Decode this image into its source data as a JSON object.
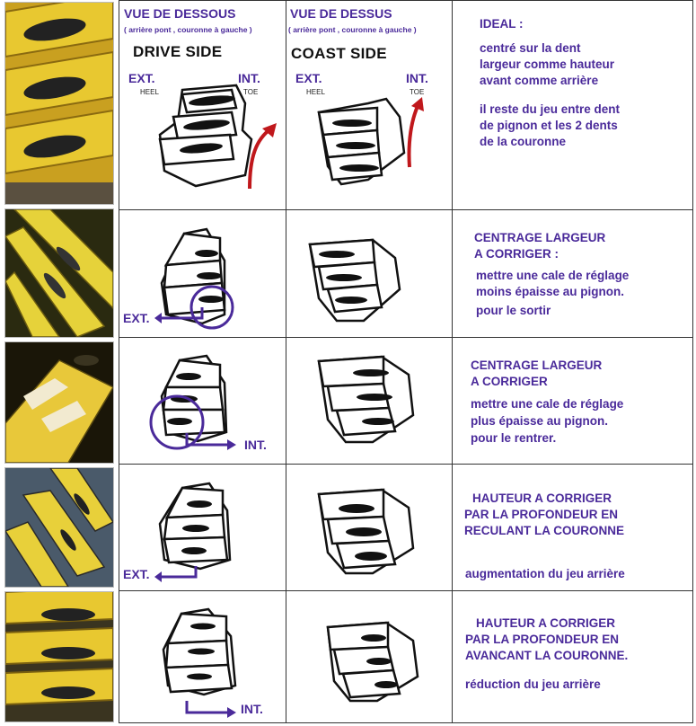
{
  "header": {
    "col1_title": "VUE DE DESSOUS",
    "col1_sub": "( arrière pont , couronne à gauche )",
    "col1_side": "DRIVE SIDE",
    "col2_title": "VUE DE DESSUS",
    "col2_sub": "( arrière pont , couronne à gauche )",
    "col2_side": "COAST SIDE",
    "ext": "EXT.",
    "heel": "HEEL",
    "int": "INT.",
    "toe": "TOE"
  },
  "rows": [
    {
      "lines": [
        "IDEAL :",
        "",
        "centré sur la dent",
        "largeur comme hauteur",
        "avant comme arrière",
        "",
        "il reste du jeu entre dent",
        "de pignon et les 2 dents",
        "de la couronne"
      ]
    },
    {
      "lines": [
        "CENTRAGE LARGEUR",
        "A CORRIGER :",
        "mettre une cale de réglage",
        "moins épaisse au pignon.",
        "pour le sortir"
      ],
      "arrow_label": "EXT."
    },
    {
      "lines": [
        "CENTRAGE LARGEUR",
        "A CORRIGER",
        "mettre une cale de réglage",
        "plus épaisse au pignon.",
        "pour le rentrer."
      ],
      "arrow_label": "INT."
    },
    {
      "lines": [
        "HAUTEUR A CORRIGER",
        "PAR LA PROFONDEUR EN",
        "RECULANT LA COURONNE",
        "",
        "augmentation du jeu arrière"
      ],
      "arrow_label": "EXT."
    },
    {
      "lines": [
        "HAUTEUR A CORRIGER",
        "PAR LA PROFONDEUR EN",
        "AVANCANT LA COURONNE.",
        "",
        "réduction du jeu arrière"
      ],
      "arrow_label": "INT."
    }
  ],
  "colors": {
    "text": "#4a2a9a",
    "arrow": "#c0181c",
    "circle": "#4a2a9a",
    "gear": "#e8c52a"
  },
  "icons": [
    "gear-photo",
    "tooth-contact-pattern",
    "correction-arrow"
  ]
}
